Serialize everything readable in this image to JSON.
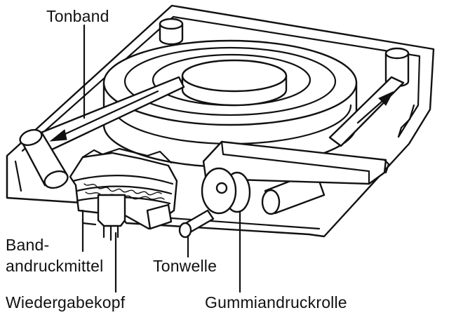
{
  "labels": {
    "tonband": "Tonband",
    "band_line1": "Band-",
    "band_line2": "andruckmittel",
    "tonwelle": "Tonwelle",
    "wiedergabekopf": "Wiedergabekopf",
    "gummiandruckrolle": "Gummiandruckrolle"
  },
  "colors": {
    "line": "#111111",
    "background": "#ffffff"
  }
}
